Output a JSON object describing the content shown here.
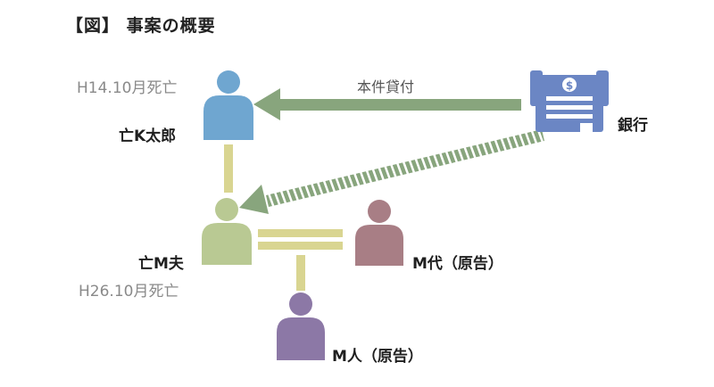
{
  "title": "【図】 事案の概要",
  "persons": {
    "k_taro": {
      "name": "亡K太郎",
      "death": "H14.10月死亡",
      "color": "#6fa6d0"
    },
    "m_husband": {
      "name": "亡M夫",
      "death": "H26.10月死亡",
      "color": "#b9c993"
    },
    "m_dai": {
      "name": "M代（原告）",
      "color": "#a87e85"
    },
    "m_jin": {
      "name": "M人（原告）",
      "color": "#8c78a6"
    }
  },
  "bank": {
    "label": "銀行",
    "color": "#6b86c4",
    "icon": "bank-icon"
  },
  "loan": {
    "label": "本件貸付",
    "color": "#88a57d"
  },
  "relation_color": "#d9d591"
}
